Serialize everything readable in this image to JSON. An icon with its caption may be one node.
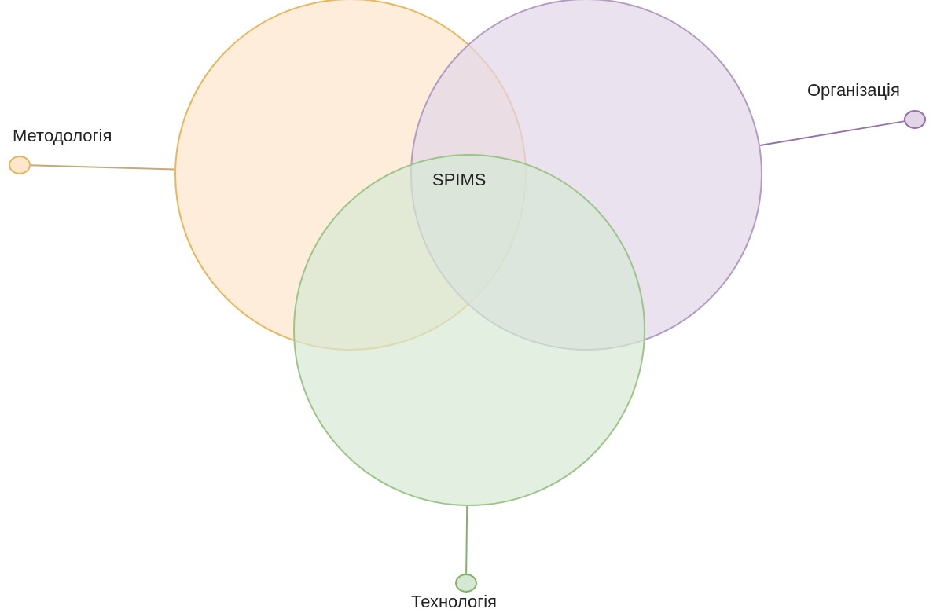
{
  "diagram": {
    "nodes": [
      {
        "text": [],
        "shape": "circle"
      },
      {
        "text": [],
        "shape": "circle"
      },
      {
        "text": [],
        "shape": "circle"
      },
      {
        "text": [
          "Методологія"
        ]
      },
      {
        "text": [
          "Організація"
        ]
      },
      {
        "text": [
          "Технологія"
        ]
      }
    ],
    "edges": [
      {
        "from": 0,
        "to": 3,
        "arrow": "none",
        "color": "#c8a878"
      },
      {
        "from": 1,
        "to": 4,
        "arrow": "none",
        "color": "#9673a6"
      },
      {
        "from": 2,
        "to": 5,
        "arrow": "none",
        "color": "#82b366"
      }
    ],
    "labels": [
      "SPIMS"
    ]
  }
}
